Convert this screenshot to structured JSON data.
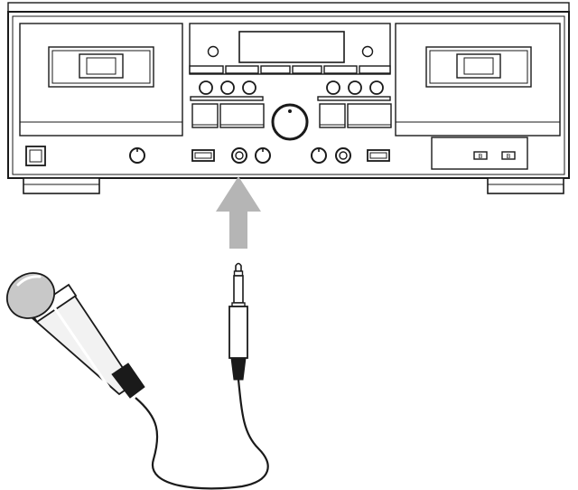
{
  "colors": {
    "outline": "#1a1a1a",
    "background": "#ffffff",
    "arrow": "#b5b5b5",
    "mic_head": "#c8c8c8",
    "mic_body": "#f2f2f2",
    "display": "#ffffff"
  },
  "deck": {
    "description_icon": "dual-cassette-deck",
    "deck_a_door": "cassette-door",
    "deck_b_door": "cassette-door",
    "center_display": "lcd-display",
    "power_button": "power-button-icon",
    "mic_jack": "mic-input-jack-icon",
    "volume_knob": "volume-knob-icon",
    "meter_labels": [
      "B",
      "B"
    ]
  },
  "connection": {
    "arrow": "upward-arrow-icon",
    "plug": "quarter-inch-plug-icon",
    "cable": "microphone-cable",
    "microphone": "handheld-microphone-icon"
  }
}
